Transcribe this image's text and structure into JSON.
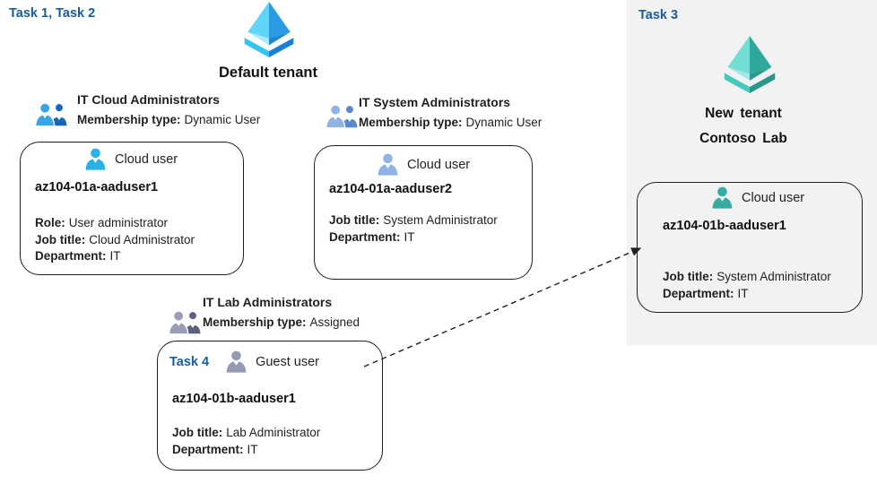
{
  "colors": {
    "task_label": "#175d9d",
    "panel_bg": "#f2f2f2",
    "tenant_blue_light": "#5fd6f9",
    "tenant_blue_dark": "#2a9ae3",
    "tenant_blue_base_light": "#ace9fc",
    "tenant_blue_base_dark": "#1e86d0",
    "tenant_blue_chevron_light": "#33c3f5",
    "tenant_blue_chevron_dark": "#1b7fd8",
    "tenant_teal_light": "#72ddd3",
    "tenant_teal_dark": "#2fa89b",
    "tenant_teal_base_light": "#a5e8e1",
    "tenant_teal_base_dark": "#2b9a8e",
    "tenant_teal_chevron_light": "#46c8bb",
    "tenant_teal_chevron_dark": "#2a978b",
    "group1_front": "#38a6e6",
    "group1_back": "#1566c1",
    "group2_front": "#8fb3e3",
    "group2_back": "#5b87cc",
    "group3_front": "#9b9db7",
    "group3_back": "#5d6081",
    "user_cloud1": "#29b2e9",
    "user_cloud2": "#8fb4e3",
    "user_guest": "#9599b6",
    "user_cloud_teal": "#35aba2",
    "arrow": "#1f1f1f"
  },
  "default_tenant": {
    "task_label": "Task 1, Task 2",
    "name": "Default tenant",
    "groups": [
      {
        "title": "IT Cloud Administrators",
        "membership_label": "Membership type:",
        "membership_value": "Dynamic User"
      },
      {
        "title": "IT System Administrators",
        "membership_label": "Membership type:",
        "membership_value": "Dynamic User"
      },
      {
        "title": "IT Lab Administrators",
        "membership_label": "Membership type:",
        "membership_value": "Assigned"
      }
    ],
    "cards": [
      {
        "user_type": "Cloud user",
        "name": "az104-01a-aaduser1",
        "fields": [
          {
            "label": "Role:",
            "value": "User administrator"
          },
          {
            "label": "Job title:",
            "value": "Cloud Administrator"
          },
          {
            "label": "Department:",
            "value": "IT"
          }
        ]
      },
      {
        "user_type": "Cloud user",
        "name": "az104-01a-aaduser2",
        "fields": [
          {
            "label": "Job title:",
            "value": "System Administrator"
          },
          {
            "label": "Department:",
            "value": "IT"
          }
        ]
      },
      {
        "task_label": "Task 4",
        "user_type": "Guest user",
        "name": "az104-01b-aaduser1",
        "fields": [
          {
            "label": "Job title:",
            "value": "Lab Administrator"
          },
          {
            "label": "Department:",
            "value": "IT"
          }
        ]
      }
    ]
  },
  "new_tenant": {
    "task_label": "Task 3",
    "name_line1": "New tenant",
    "name_line2": "Contoso Lab",
    "card": {
      "user_type": "Cloud user",
      "name": "az104-01b-aaduser1",
      "fields": [
        {
          "label": "Job title:",
          "value": "System Administrator"
        },
        {
          "label": "Department:",
          "value": "IT"
        }
      ]
    }
  }
}
